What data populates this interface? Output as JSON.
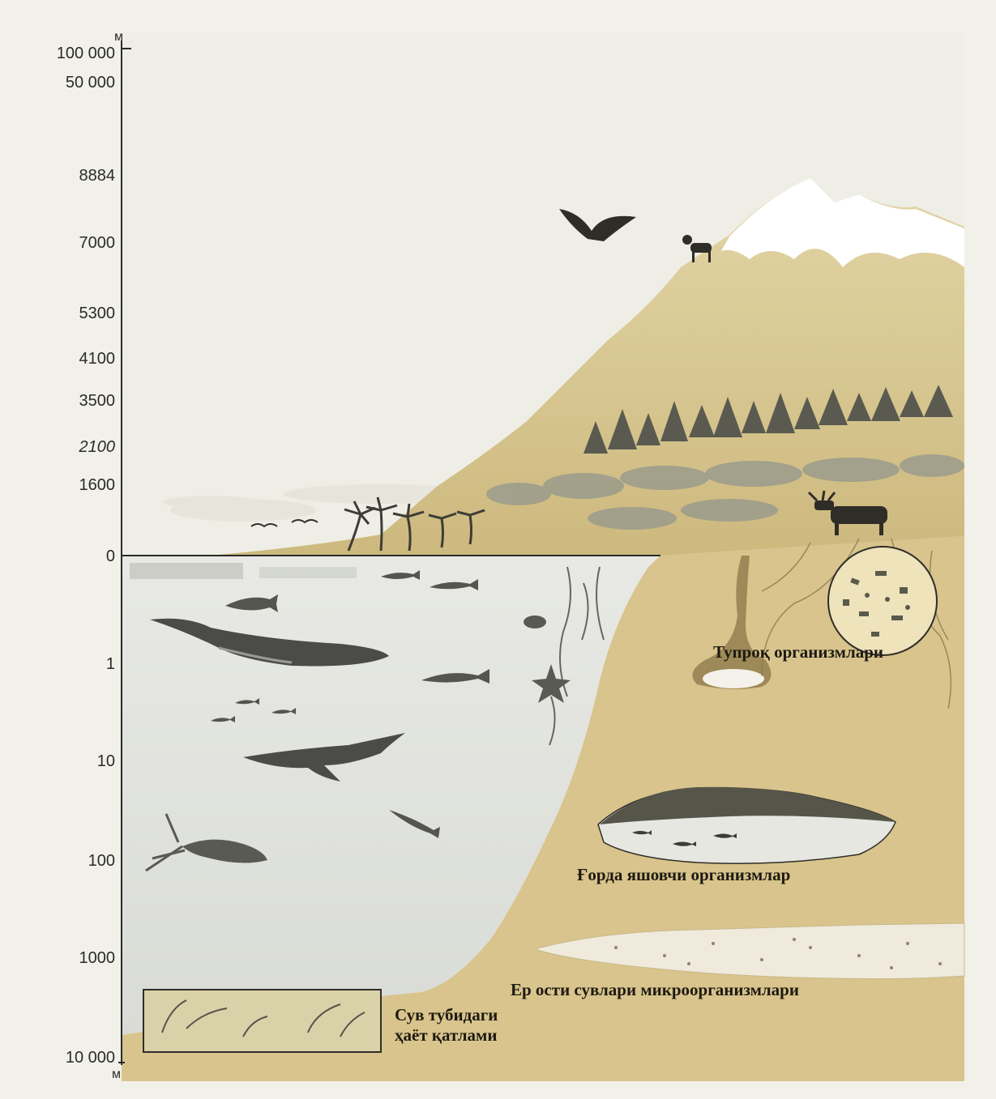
{
  "axis": {
    "unit_top": "м",
    "unit_bottom": "м",
    "ticks_above": [
      {
        "label": "100 000",
        "italic": false
      },
      {
        "label": "50 000",
        "italic": false
      },
      {
        "label": "8884",
        "italic": false
      },
      {
        "label": "7000",
        "italic": false
      },
      {
        "label": "5300",
        "italic": false
      },
      {
        "label": "4100",
        "italic": false
      },
      {
        "label": "3500",
        "italic": false
      },
      {
        "label": "2100",
        "italic": true
      },
      {
        "label": "1600",
        "italic": false
      },
      {
        "label": "0",
        "italic": false
      }
    ],
    "ticks_below": [
      {
        "label": "1",
        "italic": false
      },
      {
        "label": "10",
        "italic": false
      },
      {
        "label": "100",
        "italic": false
      },
      {
        "label": "1000",
        "italic": false
      },
      {
        "label": "10 000",
        "italic": false
      }
    ]
  },
  "labels": {
    "soil": "Тупроқ организмлари",
    "cave": "Ғорда яшовчи организмлар",
    "groundwater": "Ер ости сувлари микроорганизмлари",
    "bottom": "Сув тубидаги\nҳаёт қатлами"
  },
  "colors": {
    "background": "#f2f1e9",
    "soil": "#d8c48c",
    "water": "#e4e6e1",
    "snow": "#ffffff",
    "ink": "#2a2a2a"
  }
}
